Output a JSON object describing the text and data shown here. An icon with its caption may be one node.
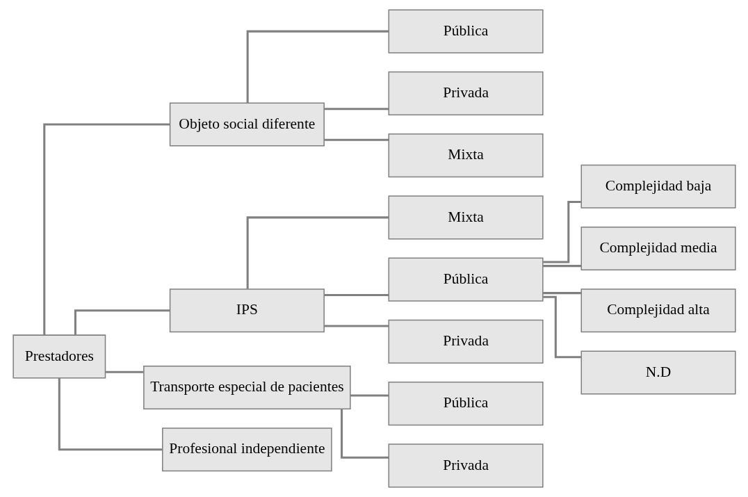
{
  "diagram": {
    "nodes": [
      {
        "text": [
          "Prestadores"
        ]
      },
      {
        "text": [
          "Objeto social diferente"
        ]
      },
      {
        "text": [
          "Pública"
        ]
      },
      {
        "text": [
          "Privada"
        ]
      },
      {
        "text": [
          "Mixta"
        ]
      },
      {
        "text": [
          "IPS"
        ]
      },
      {
        "text": [
          "Mixta"
        ]
      },
      {
        "text": [
          "Pública"
        ]
      },
      {
        "text": [
          "Privada"
        ]
      },
      {
        "text": [
          "Complejidad baja"
        ]
      },
      {
        "text": [
          "Complejidad media"
        ]
      },
      {
        "text": [
          "Complejidad alta"
        ]
      },
      {
        "text": [
          "N.D"
        ]
      },
      {
        "text": [
          "Transporte especial de pacientes"
        ]
      },
      {
        "text": [
          "Pública"
        ]
      },
      {
        "text": [
          "Privada"
        ]
      },
      {
        "text": [
          "Profesional independiente"
        ]
      }
    ],
    "edges": [
      {
        "from": 0,
        "to": 1,
        "arrow": "none"
      },
      {
        "from": 0,
        "to": 5,
        "arrow": "none"
      },
      {
        "from": 0,
        "to": 13,
        "arrow": "none"
      },
      {
        "from": 0,
        "to": 16,
        "arrow": "none"
      },
      {
        "from": 1,
        "to": 2,
        "arrow": "none"
      },
      {
        "from": 1,
        "to": 3,
        "arrow": "none"
      },
      {
        "from": 1,
        "to": 4,
        "arrow": "none"
      },
      {
        "from": 5,
        "to": 6,
        "arrow": "none"
      },
      {
        "from": 5,
        "to": 7,
        "arrow": "none"
      },
      {
        "from": 5,
        "to": 8,
        "arrow": "none"
      },
      {
        "from": 7,
        "to": 9,
        "arrow": "none"
      },
      {
        "from": 7,
        "to": 10,
        "arrow": "none"
      },
      {
        "from": 7,
        "to": 11,
        "arrow": "none"
      },
      {
        "from": 7,
        "to": 12,
        "arrow": "none"
      },
      {
        "from": 13,
        "to": 14,
        "arrow": "none"
      },
      {
        "from": 13,
        "to": 15,
        "arrow": "none"
      }
    ]
  }
}
